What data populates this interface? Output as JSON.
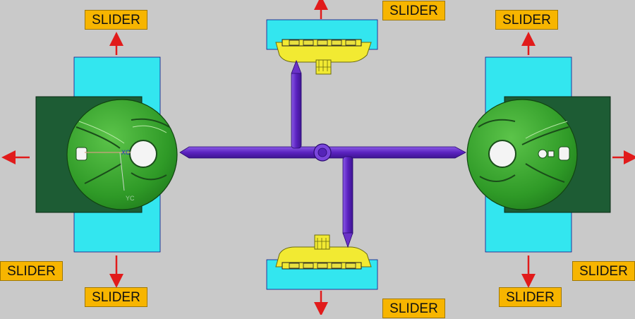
{
  "labels": {
    "top_left": "SLIDER",
    "top_center": "SLIDER",
    "top_right": "SLIDER",
    "left_bottom": "SLIDER",
    "bottom_left": "SLIDER",
    "bottom_center": "SLIDER",
    "right_bottom": "SLIDER",
    "bottom_right": "SLIDER"
  },
  "axis_marks": {
    "xc": "XC",
    "yc": "YC"
  },
  "colors": {
    "background": "#c9c9c9",
    "slider_block": "#33e6ef",
    "mold_plate": "#1d5c34",
    "part": "#3aa32e",
    "runner": "#6a32c8",
    "insert": "#f2ea32",
    "arrow": "#e11b1b",
    "label": "#f7b500"
  }
}
